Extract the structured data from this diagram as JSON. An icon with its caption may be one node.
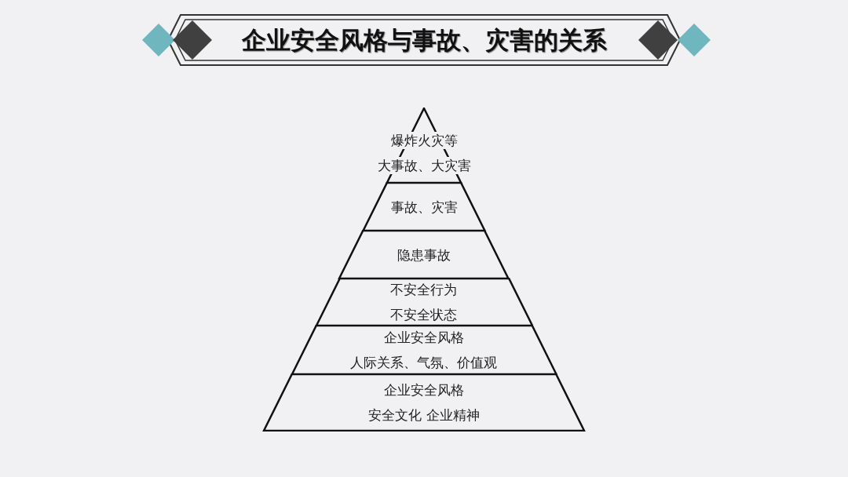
{
  "diagram": {
    "title": "企业安全风格与事故、灾害的关系",
    "nodes": [
      {
        "text": [
          "爆炸火灾等",
          "大事故、大灾害"
        ]
      },
      {
        "text": [
          "事故、灾害"
        ]
      },
      {
        "text": [
          "隐患事故"
        ]
      },
      {
        "text": [
          "不安全行为",
          "不安全状态"
        ]
      },
      {
        "text": [
          "企业安全风格",
          "人际关系、气氛、价值观"
        ]
      },
      {
        "text": [
          "企业安全风格",
          "安全文化 企业精神"
        ]
      }
    ]
  }
}
